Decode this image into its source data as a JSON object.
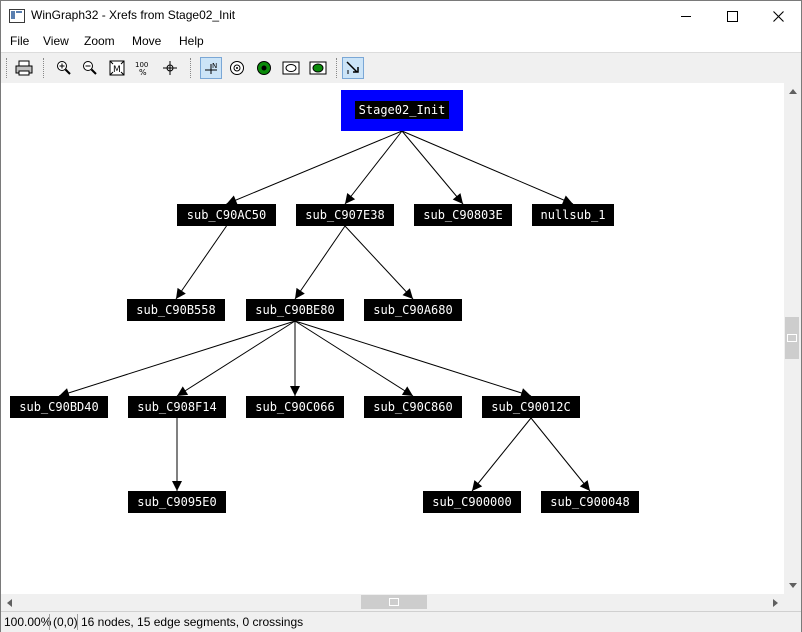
{
  "window": {
    "title": "WinGraph32 - Xrefs from Stage02_Init",
    "controls": {
      "minimize": "minimize-icon",
      "maximize": "maximize-icon",
      "close": "close-icon"
    }
  },
  "menu": {
    "items": [
      "File",
      "View",
      "Zoom",
      "Move",
      "Help"
    ]
  },
  "toolbar": {
    "buttons": [
      {
        "icon": "print-icon"
      },
      {
        "icon": "zoom-in-icon"
      },
      {
        "icon": "zoom-out-icon"
      },
      {
        "icon": "fit-window-icon"
      },
      {
        "icon": "zoom-100-icon",
        "label": "100\n%"
      },
      {
        "icon": "center-icon"
      },
      {
        "icon": "normal-view-icon",
        "label": "N",
        "active": true
      },
      {
        "icon": "polar-view-icon"
      },
      {
        "icon": "fisheye-view-icon"
      },
      {
        "icon": "cartesian-fisheye-icon"
      },
      {
        "icon": "fixed-fisheye-icon"
      },
      {
        "icon": "follow-edge-icon",
        "active": true
      }
    ]
  },
  "graph": {
    "root": "Stage02_Init",
    "nodes": {
      "n0": "Stage02_Init",
      "n1": "sub_C90AC50",
      "n2": "sub_C907E38",
      "n3": "sub_C90803E",
      "n4": "nullsub_1",
      "n5": "sub_C90B558",
      "n6": "sub_C90BE80",
      "n7": "sub_C90A680",
      "n8": "sub_C90BD40",
      "n9": "sub_C908F14",
      "n10": "sub_C90C066",
      "n11": "sub_C90C860",
      "n12": "sub_C90012C",
      "n13": "sub_C9095E0",
      "n14": "sub_C900000",
      "n15": "sub_C900048"
    },
    "edges": [
      [
        "n0",
        "n1"
      ],
      [
        "n0",
        "n2"
      ],
      [
        "n0",
        "n3"
      ],
      [
        "n0",
        "n4"
      ],
      [
        "n1",
        "n5"
      ],
      [
        "n2",
        "n6"
      ],
      [
        "n2",
        "n7"
      ],
      [
        "n6",
        "n8"
      ],
      [
        "n6",
        "n9"
      ],
      [
        "n6",
        "n10"
      ],
      [
        "n6",
        "n11"
      ],
      [
        "n6",
        "n12"
      ],
      [
        "n9",
        "n13"
      ],
      [
        "n12",
        "n14"
      ],
      [
        "n12",
        "n15"
      ]
    ]
  },
  "status": {
    "zoom": "100.00%",
    "position": "(0,0)",
    "summary": "16 nodes, 15 edge segments, 0 crossings"
  }
}
